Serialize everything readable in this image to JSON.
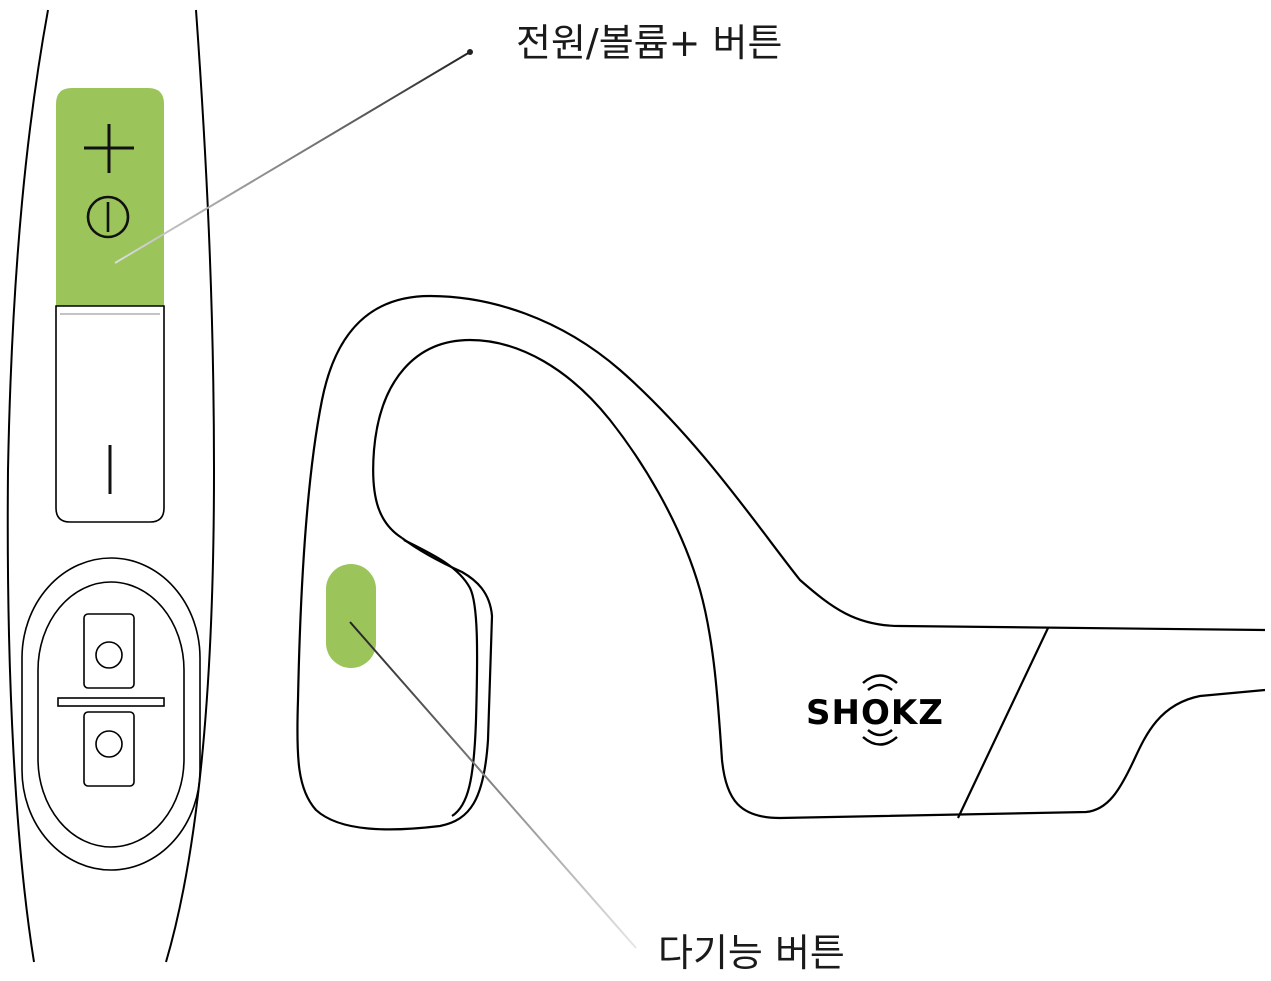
{
  "callouts": {
    "power_volume_up": "전원/볼륨+ 버튼",
    "multifunction": "다기능 버튼"
  },
  "brand": {
    "logo_text": "SHOKZ"
  },
  "colors": {
    "button_highlight": "#9bc45b",
    "outline": "#000000",
    "leader_line": "#555555",
    "background": "#ffffff"
  },
  "icons": {
    "volume_up": "plus-icon",
    "power": "power-icon",
    "volume_down": "minus-icon"
  }
}
